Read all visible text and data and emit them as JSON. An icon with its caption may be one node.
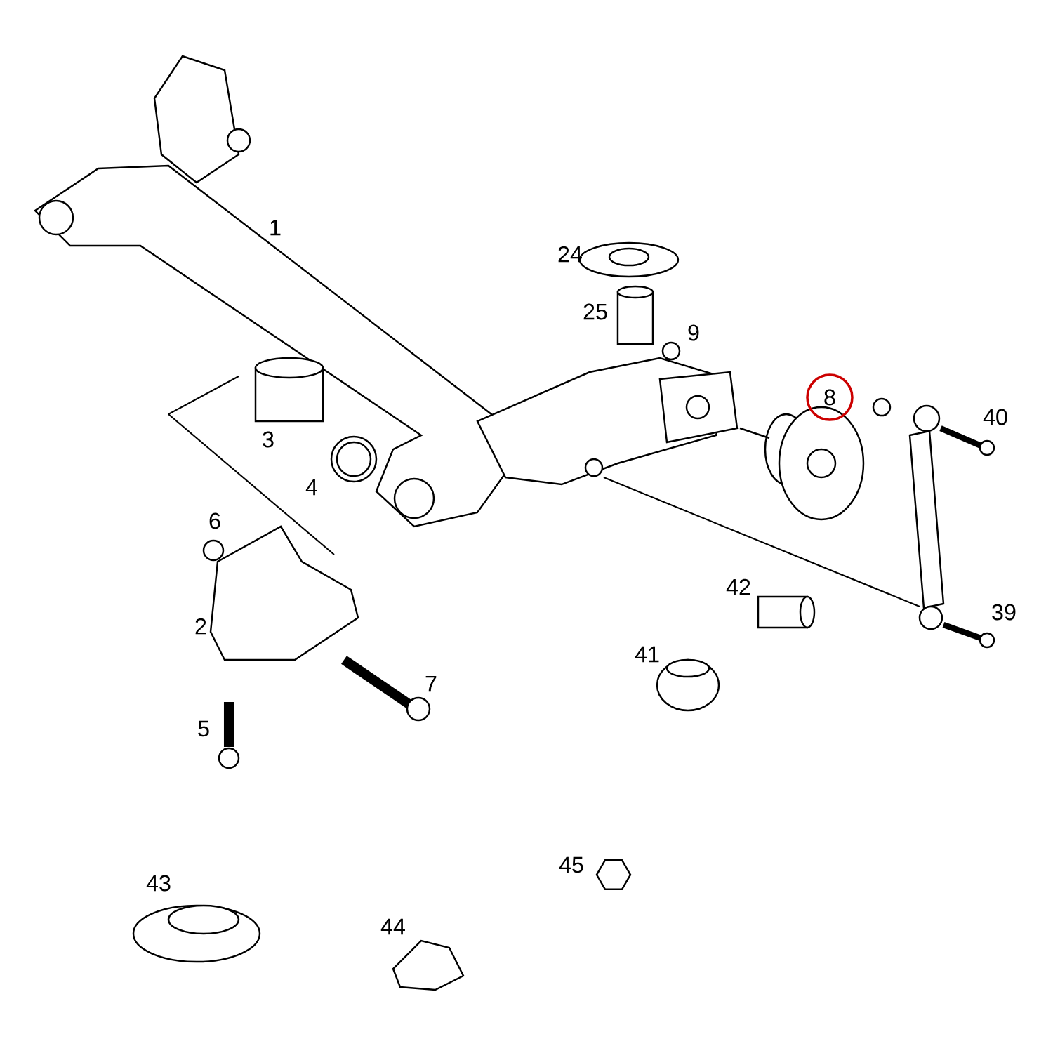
{
  "diagram": {
    "labels": [
      "1",
      "24",
      "25",
      "9",
      "8",
      "40",
      "3",
      "4",
      "6",
      "2",
      "42",
      "39",
      "41",
      "7",
      "5",
      "45",
      "43",
      "44"
    ]
  }
}
